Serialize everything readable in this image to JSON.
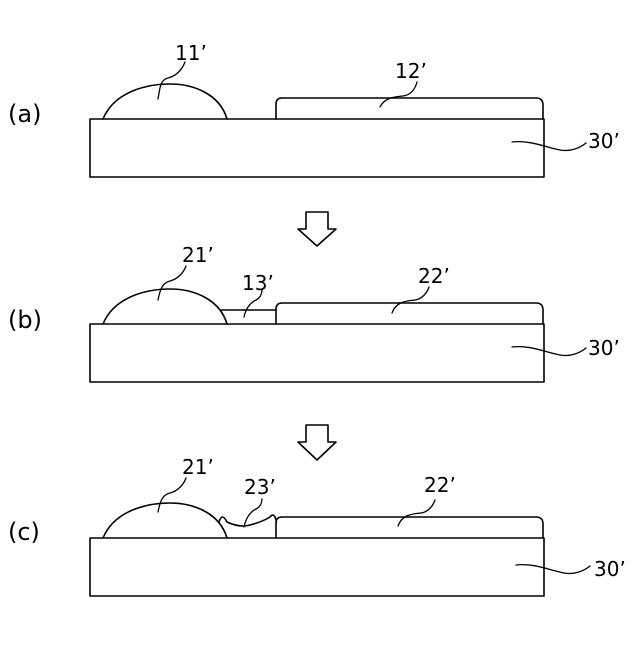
{
  "figure": {
    "stroke_color": "#000000",
    "background": "#ffffff",
    "arrow_icon": "hollow-down-arrow-icon",
    "panels": [
      {
        "step_label": "(a)",
        "substrate_label": "30’",
        "dome_label": "11’",
        "pad_label": "12’"
      },
      {
        "step_label": "(b)",
        "substrate_label": "30’",
        "dome_label": "21’",
        "gap_label": "13’",
        "pad_label": "22’"
      },
      {
        "step_label": "(c)",
        "substrate_label": "30’",
        "dome_label": "21’",
        "gap_label": "23’",
        "pad_label": "22’"
      }
    ]
  }
}
